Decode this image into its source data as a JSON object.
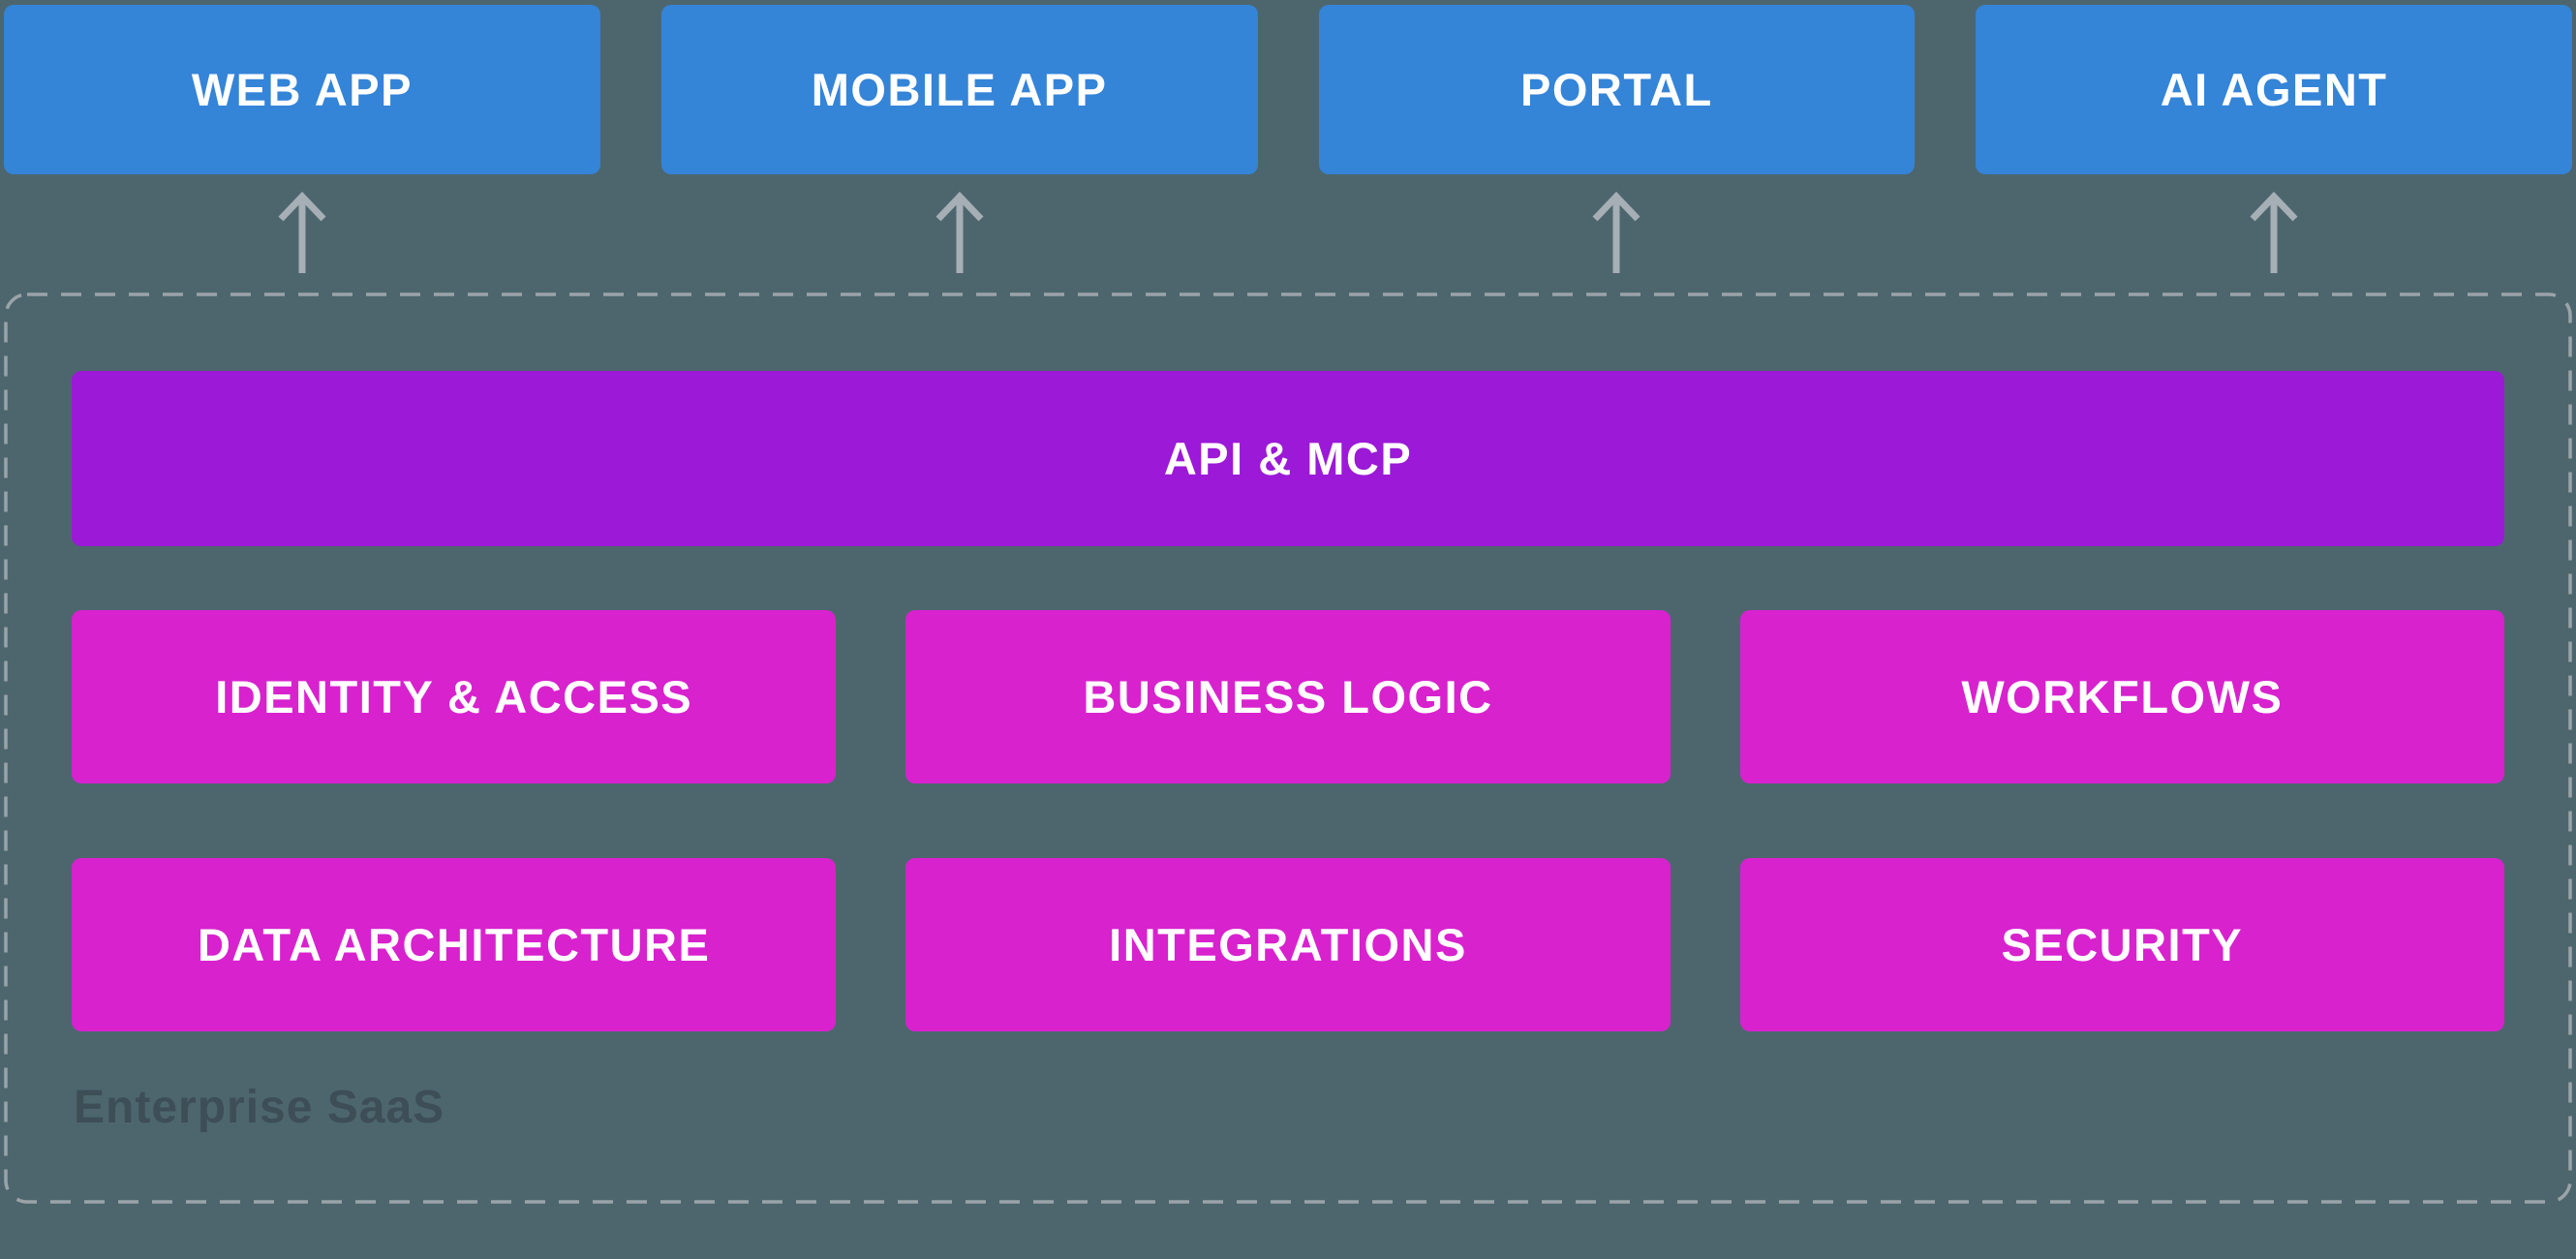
{
  "diagram": {
    "title": "Enterprise SaaS architecture diagram",
    "background_color": "#4d666e",
    "clients": {
      "box_color": "#3484d8",
      "text_color": "#ffffff",
      "items": [
        {
          "label": "WEB APP"
        },
        {
          "label": "MOBILE APP"
        },
        {
          "label": "PORTAL"
        },
        {
          "label": "AI AGENT"
        }
      ]
    },
    "arrows": {
      "direction": "up",
      "count": 4,
      "color": "#a6aeb6"
    },
    "boundary": {
      "label": "Enterprise SaaS",
      "label_color": "#3d4e57",
      "border_color": "#9aa3a8",
      "border_style": "dashed"
    },
    "api_layer": {
      "label": "API & MCP",
      "box_color": "#9b19d7",
      "text_color": "#ffffff"
    },
    "modules": {
      "box_color": "#d822ce",
      "text_color": "#ffffff",
      "items": [
        {
          "label": "IDENTITY & ACCESS"
        },
        {
          "label": "BUSINESS LOGIC"
        },
        {
          "label": "WORKFLOWS"
        },
        {
          "label": "DATA ARCHITECTURE"
        },
        {
          "label": "INTEGRATIONS"
        },
        {
          "label": "SECURITY"
        }
      ]
    }
  }
}
